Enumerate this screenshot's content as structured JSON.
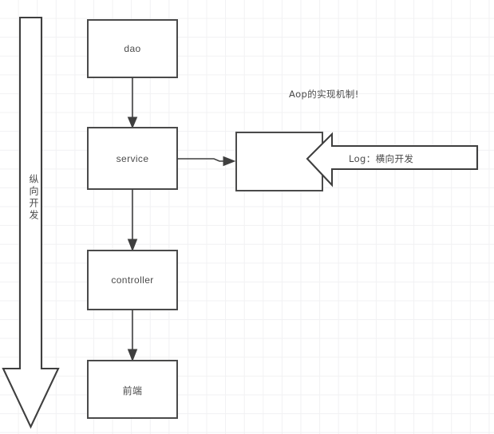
{
  "diagram": {
    "title_note": "Aop的实现机制!",
    "vertical_axis_label": "纵向开发",
    "horizontal_arrow_label": "Log：横向开发",
    "nodes": [
      {
        "id": "dao",
        "label": "dao"
      },
      {
        "id": "service",
        "label": "service"
      },
      {
        "id": "aspect",
        "label": ""
      },
      {
        "id": "controller",
        "label": "controller"
      },
      {
        "id": "frontend",
        "label": "前端"
      }
    ],
    "colors": {
      "stroke": "#3f3f3f",
      "fill": "#ffffff",
      "text": "#4a4a4a",
      "grid": "#f1f1f3",
      "background": "#ffffff"
    }
  }
}
